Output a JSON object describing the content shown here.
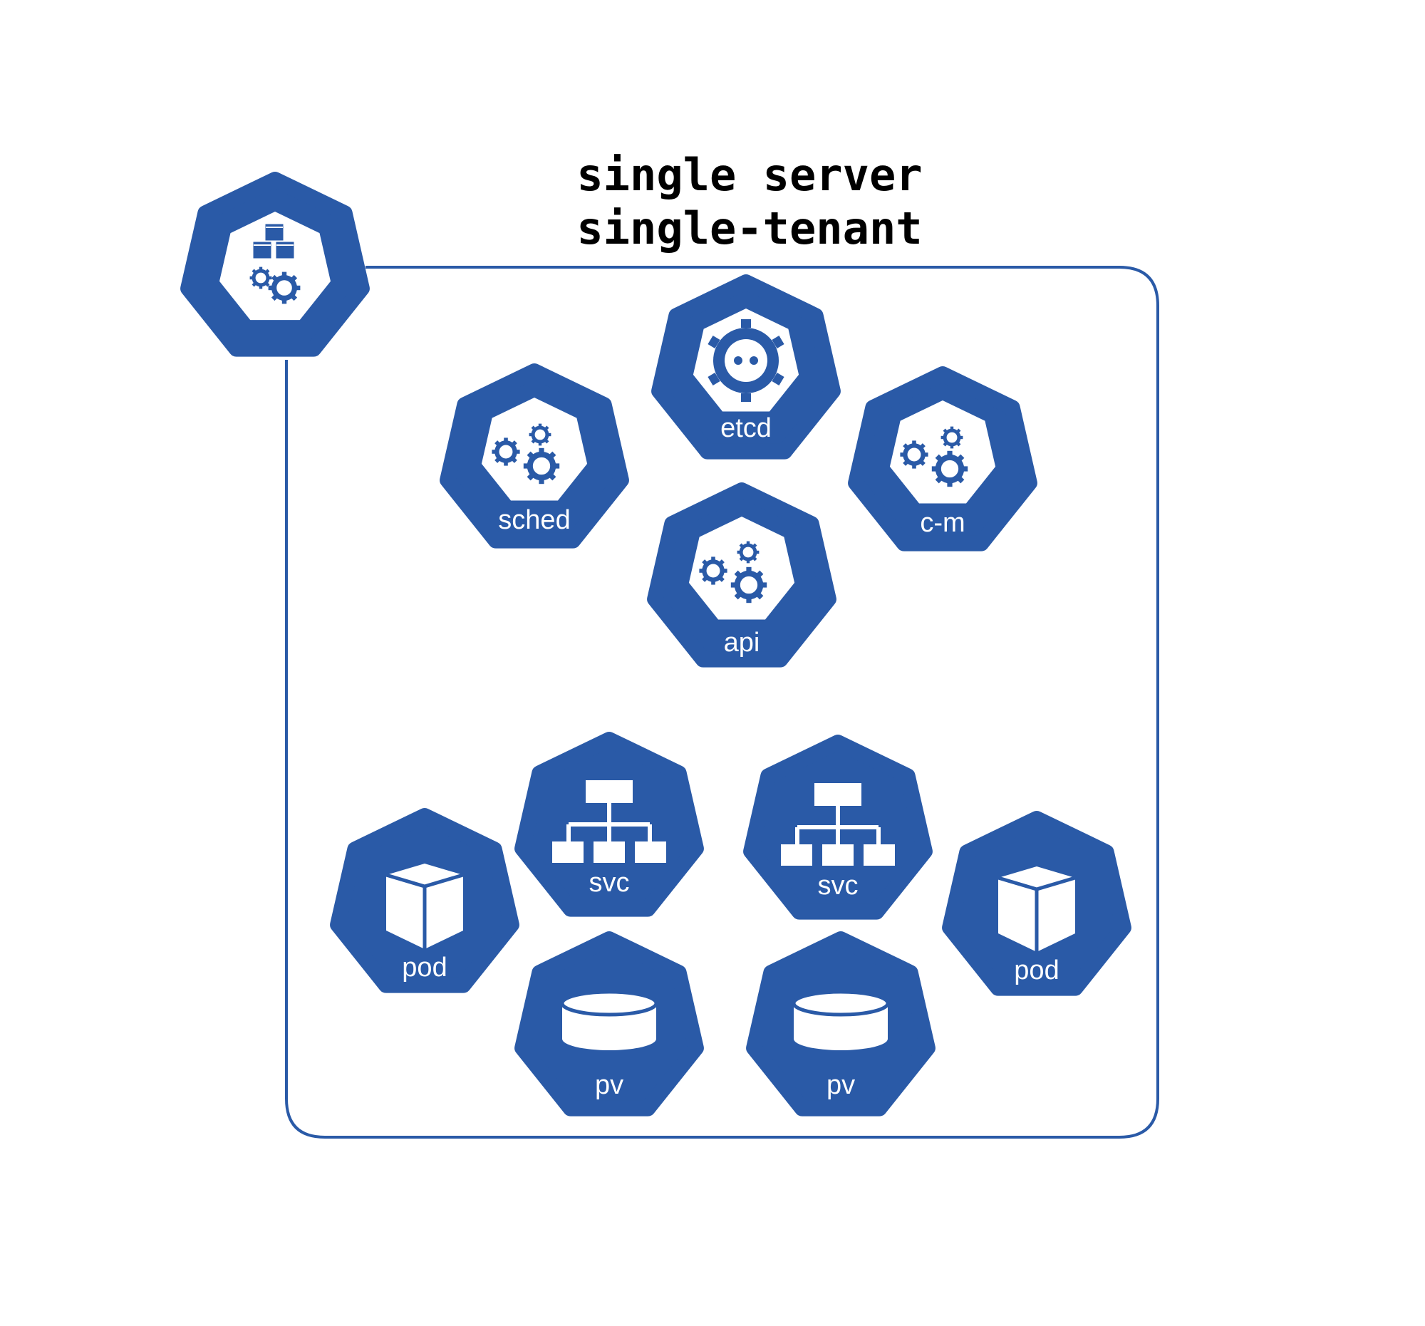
{
  "title": {
    "line1": "single server",
    "line2": "single-tenant"
  },
  "colors": {
    "accent": "#2A5AA7",
    "background": "#FFFFFF",
    "title_text": "#000000",
    "label_text": "#FFFFFF"
  },
  "nodes": {
    "cluster": {
      "icon": "cluster-icon",
      "label": ""
    },
    "etcd": {
      "icon": "etcd-icon",
      "label": "etcd"
    },
    "sched": {
      "icon": "gears-icon",
      "label": "sched"
    },
    "cm": {
      "icon": "gears-icon",
      "label": "c-m"
    },
    "api": {
      "icon": "gears-icon",
      "label": "api"
    },
    "svc1": {
      "icon": "service-icon",
      "label": "svc"
    },
    "svc2": {
      "icon": "service-icon",
      "label": "svc"
    },
    "pod1": {
      "icon": "pod-icon",
      "label": "pod"
    },
    "pod2": {
      "icon": "pod-icon",
      "label": "pod"
    },
    "pv1": {
      "icon": "volume-icon",
      "label": "pv"
    },
    "pv2": {
      "icon": "volume-icon",
      "label": "pv"
    }
  }
}
